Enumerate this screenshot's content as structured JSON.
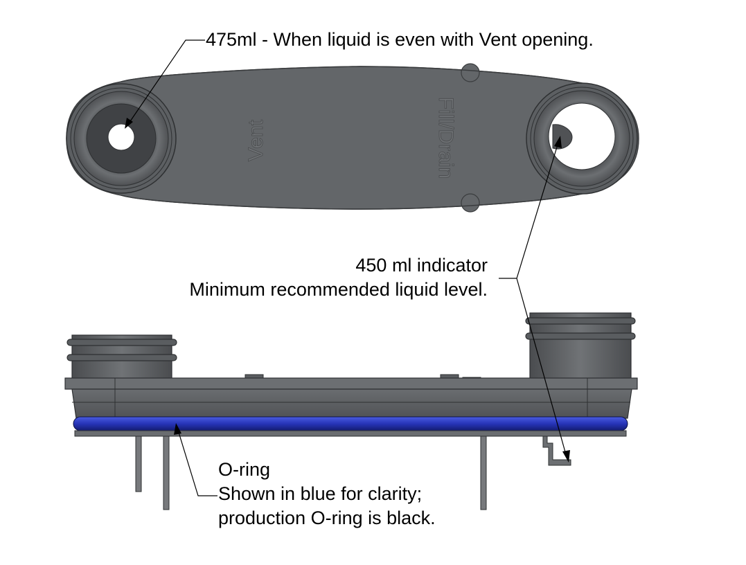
{
  "top_view": {
    "vent_label": "Vent",
    "fill_drain_label": "Fill/Drain"
  },
  "callouts": {
    "vent_level": "475ml - When liquid is even with Vent opening.",
    "indicator_line1": "450 ml indicator",
    "indicator_line2": "Minimum recommended liquid level.",
    "oring_line1": "O-ring",
    "oring_line2": "Shown in blue for clarity;",
    "oring_line3": "production O-ring is black."
  },
  "colors": {
    "body": "#626568",
    "body_light": "#76797c",
    "body_dark": "#3c3e40",
    "oring": "#2634b8",
    "leader": "#000000",
    "background": "#ffffff"
  }
}
